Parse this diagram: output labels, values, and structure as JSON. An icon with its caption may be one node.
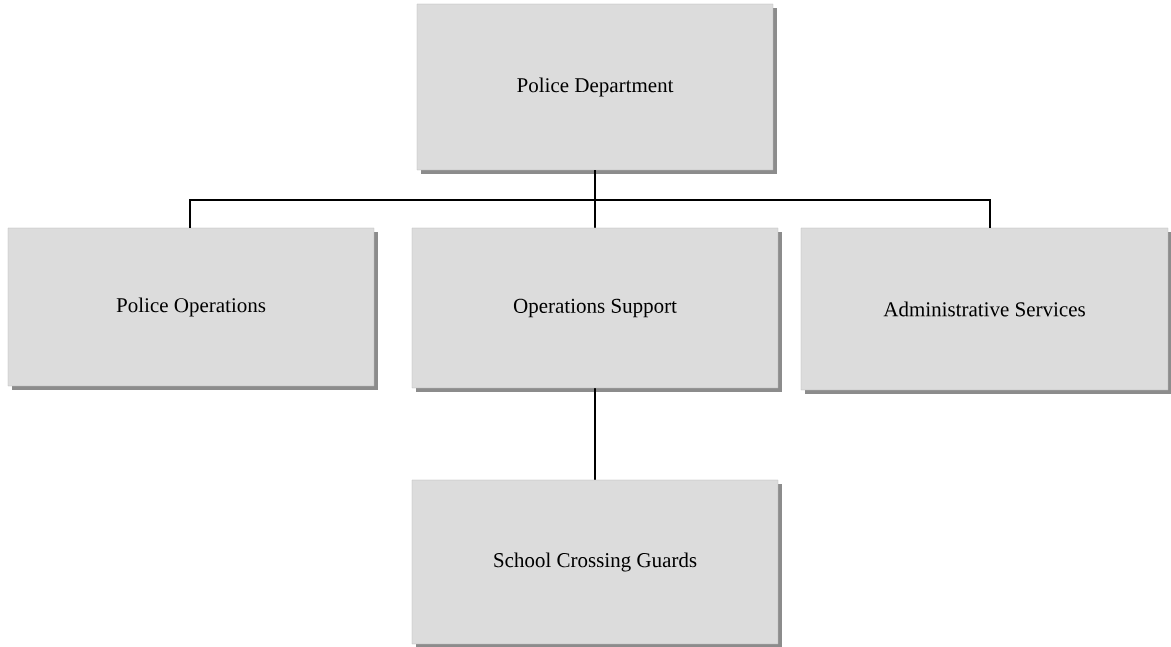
{
  "diagram": {
    "nodes": [
      {
        "text": [
          "Police Department"
        ]
      },
      {
        "text": [
          "Police Operations"
        ]
      },
      {
        "text": [
          "Operations Support"
        ]
      },
      {
        "text": [
          "Administrative Services"
        ]
      },
      {
        "text": [
          "School Crossing Guards"
        ]
      }
    ],
    "edges": [
      {
        "from": 0,
        "to": 1,
        "arrow": "none"
      },
      {
        "from": 0,
        "to": 2,
        "arrow": "none"
      },
      {
        "from": 0,
        "to": 3,
        "arrow": "none"
      },
      {
        "from": 2,
        "to": 4,
        "arrow": "none"
      }
    ]
  }
}
